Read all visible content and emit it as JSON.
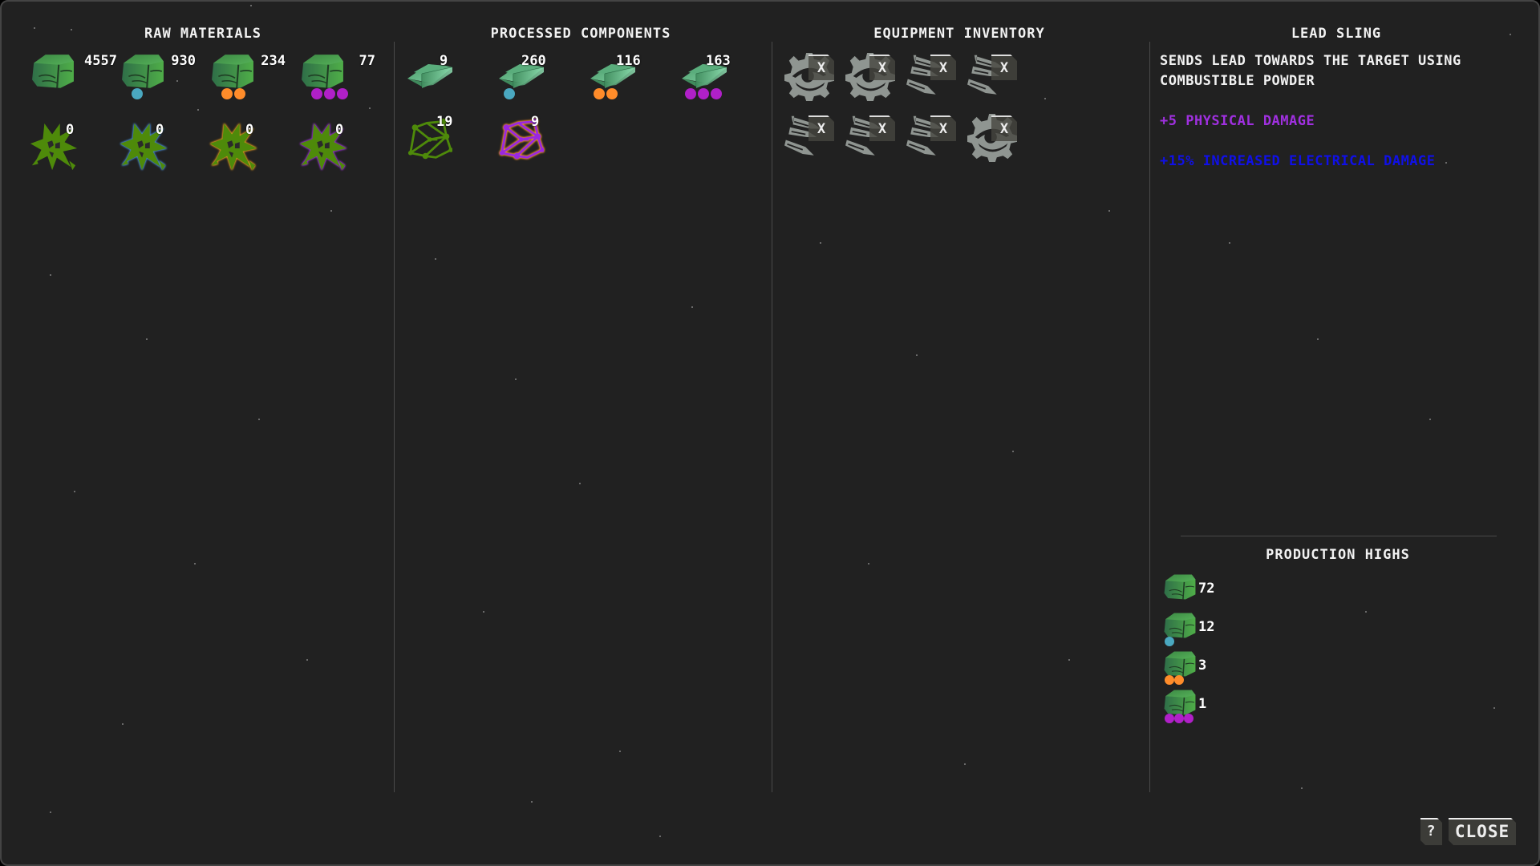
{
  "colors": {
    "background": "#212121",
    "tier1": "#4aa8c0",
    "tier2": "#ff8c2a",
    "tier3": "#b020c8",
    "physical_damage": "#a030e0",
    "electrical_damage": "#1010e8"
  },
  "raw_materials": {
    "title": "Raw Materials",
    "ore": [
      {
        "icon": "green-ore-cube-icon",
        "count": "4557",
        "tier": 0
      },
      {
        "icon": "green-ore-cube-icon",
        "count": "930",
        "tier": 1
      },
      {
        "icon": "green-ore-cube-icon",
        "count": "234",
        "tier": 2
      },
      {
        "icon": "green-ore-cube-icon",
        "count": "77",
        "tier": 3
      }
    ],
    "crystals": [
      {
        "icon": "green-shard-burst-icon",
        "count": "0",
        "outline": "none"
      },
      {
        "icon": "green-shard-burst-icon",
        "count": "0",
        "outline": "#4a90e0"
      },
      {
        "icon": "green-shard-burst-icon",
        "count": "0",
        "outline": "#f0a020"
      },
      {
        "icon": "green-shard-burst-icon",
        "count": "0",
        "outline": "#a030e0"
      }
    ]
  },
  "processed_components": {
    "title": "Processed Components",
    "ingots": [
      {
        "icon": "green-ingot-icon",
        "count": "9",
        "tier": 0
      },
      {
        "icon": "green-ingot-icon",
        "count": "260",
        "tier": 1
      },
      {
        "icon": "green-ingot-icon",
        "count": "116",
        "tier": 2
      },
      {
        "icon": "green-ingot-icon",
        "count": "163",
        "tier": 3
      }
    ],
    "circuits": [
      {
        "icon": "green-circuit-mesh-icon",
        "count": "19"
      },
      {
        "icon": "purple-orange-circuit-mesh-icon",
        "count": "9"
      }
    ]
  },
  "equipment_inventory": {
    "title": "Equipment Inventory",
    "items": [
      {
        "icon": "gear-eye-icon",
        "badge": "X"
      },
      {
        "icon": "gear-eye-icon",
        "badge": "X"
      },
      {
        "icon": "bullets-icon",
        "badge": "X"
      },
      {
        "icon": "bullets-icon",
        "badge": "X"
      },
      {
        "icon": "bullets-icon",
        "badge": "X"
      },
      {
        "icon": "bullets-icon",
        "badge": "X"
      },
      {
        "icon": "bullets-icon",
        "badge": "X"
      },
      {
        "icon": "gear-eye-icon",
        "badge": "X"
      }
    ]
  },
  "detail": {
    "title": "Lead Sling",
    "description_line1": "Sends lead towards the target using",
    "description_line2": "combustible powder",
    "stat1": "+5 Physical Damage",
    "stat2": "+15% Increased Electrical Damage"
  },
  "production_highs": {
    "title": "Production Highs",
    "rows": [
      {
        "icon": "green-ore-cube-icon",
        "value": "72",
        "tier": 0
      },
      {
        "icon": "green-ore-cube-icon",
        "value": "12",
        "tier": 1
      },
      {
        "icon": "green-ore-cube-icon",
        "value": "3",
        "tier": 2
      },
      {
        "icon": "green-ore-cube-icon",
        "value": "1",
        "tier": 3
      }
    ]
  },
  "buttons": {
    "help": "?",
    "close": "CLOSE"
  }
}
